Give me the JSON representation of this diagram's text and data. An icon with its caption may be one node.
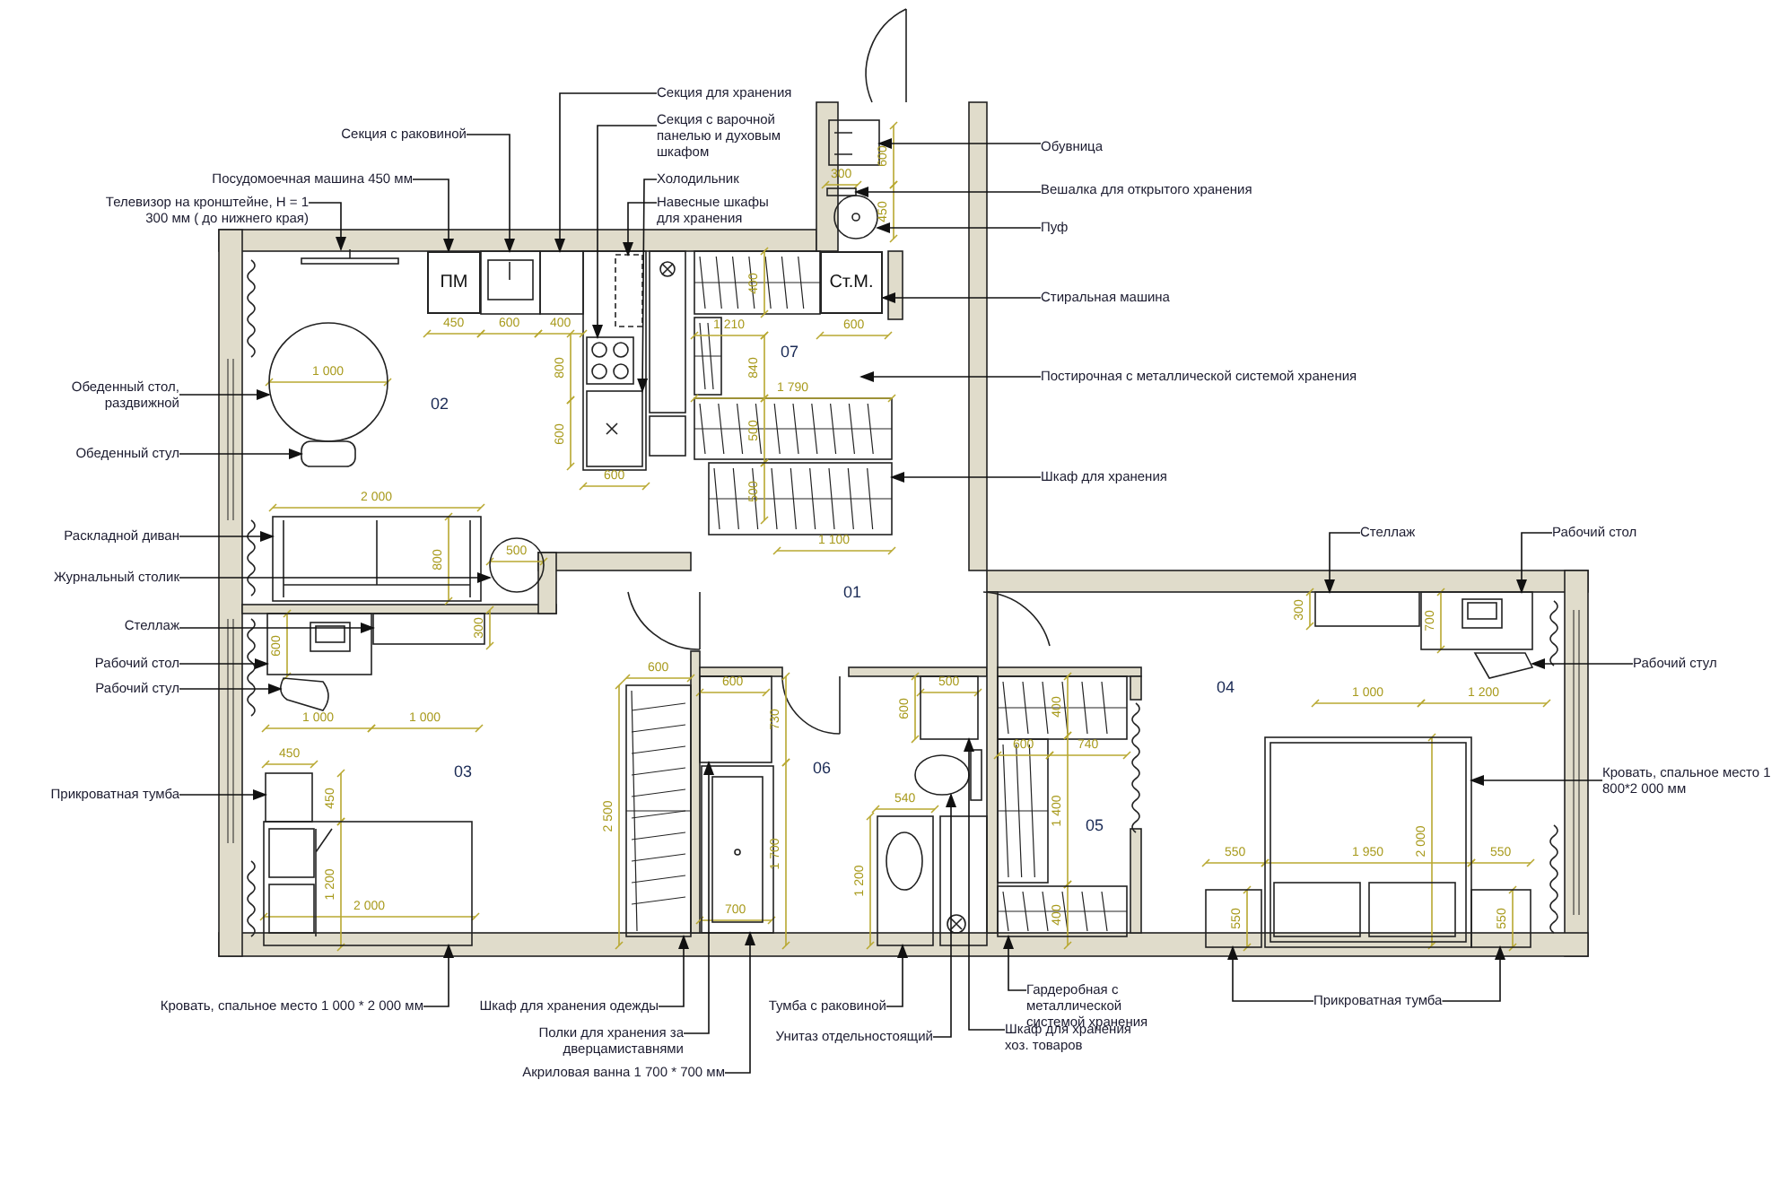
{
  "diagram": {
    "nodes": [
      {
        "text": [
          "Секция для хранения"
        ]
      },
      {
        "text": [
          "Секция с раковиной"
        ]
      },
      {
        "text": [
          "Секция с варочной панелью и духовым шкафом"
        ]
      },
      {
        "text": [
          "Обувница"
        ]
      },
      {
        "text": [
          "Посудомоечная машина 450 мм"
        ]
      },
      {
        "text": [
          "Вешалка для открытого хранения"
        ]
      },
      {
        "text": [
          "Холодильник"
        ]
      },
      {
        "text": [
          "Телевизор на кронштейне, Н = 1 300 мм ( до нижнего края)"
        ]
      },
      {
        "text": [
          "Навесные шкафы для хранения"
        ]
      },
      {
        "text": [
          "Пуф"
        ]
      },
      {
        "text": [
          "ПМ"
        ]
      },
      {
        "text": [
          "Ст.М."
        ]
      },
      {
        "text": [
          "Стиральная машина"
        ]
      },
      {
        "text": [
          "Постирочная с металлической системой хранения"
        ]
      },
      {
        "text": [
          "Обеденный стол, раздвижной"
        ]
      },
      {
        "text": [
          "Обеденный стул"
        ]
      },
      {
        "text": [
          "Шкаф для хранения"
        ]
      },
      {
        "text": [
          "Раскладной диван"
        ]
      },
      {
        "text": [
          "Журнальный столик"
        ]
      },
      {
        "text": [
          "Стеллаж"
        ]
      },
      {
        "text": [
          "Рабочий стол"
        ]
      },
      {
        "text": [
          "Стеллаж"
        ]
      },
      {
        "text": [
          "Рабочий стол"
        ]
      },
      {
        "text": [
          "Рабочий стул"
        ]
      },
      {
        "text": [
          "Рабочий стул"
        ]
      },
      {
        "text": [
          "Кровать, спальное место 1 800*2 000 мм"
        ]
      },
      {
        "text": [
          "Прикроватная тумба"
        ]
      },
      {
        "text": [
          "Кровать, спальное место 1 000 * 2 000 мм"
        ]
      },
      {
        "text": [
          "Шкаф для хранения одежды"
        ]
      },
      {
        "text": [
          "Тумба с раковиной"
        ]
      },
      {
        "text": [
          "Гардеробная с металлической системой хранения"
        ]
      },
      {
        "text": [
          "Прикроватная тумба"
        ]
      },
      {
        "text": [
          "Полки для хранения за дверцамиставнями"
        ]
      },
      {
        "text": [
          "Унитаз отдельностоящий"
        ]
      },
      {
        "text": [
          "Шкаф для хранения хоз. товаров"
        ]
      },
      {
        "text": [
          "Акриловая ванна 1 700 * 700 мм"
        ]
      },
      {
        "text": [],
        "shape": "box"
      },
      {
        "text": [],
        "shape": "bar"
      },
      {
        "text": [],
        "shape": "circle"
      },
      {
        "text": [],
        "shape": "box"
      },
      {
        "text": [],
        "shape": "box"
      },
      {
        "text": [],
        "shape": "box"
      },
      {
        "text": [],
        "shape": "picture"
      },
      {
        "text": [],
        "shape": "box"
      },
      {
        "text": [],
        "shape": "circle"
      },
      {
        "text": [],
        "shape": "box"
      },
      {
        "text": [],
        "shape": "box"
      },
      {
        "text": [],
        "shape": "box"
      },
      {
        "text": [],
        "shape": "picture"
      },
      {
        "text": [],
        "shape": "circle"
      },
      {
        "text": [],
        "shape": "box"
      },
      {
        "text": [],
        "shape": "box"
      },
      {
        "text": [],
        "shape": "box"
      },
      {
        "text": [],
        "shape": "box"
      },
      {
        "text": [],
        "shape": "picture"
      },
      {
        "text": [],
        "shape": "box"
      },
      {
        "text": [],
        "shape": "box"
      },
      {
        "text": [],
        "shape": "picture"
      },
      {
        "text": [],
        "shape": "box"
      },
      {
        "text": [],
        "shape": "picture"
      },
      {
        "text": [],
        "shape": "circle"
      },
      {
        "text": [],
        "shape": "picture"
      },
      {
        "text": [],
        "shape": "box"
      },
      {
        "text": [],
        "shape": "picture"
      },
      {
        "text": [],
        "shape": "picture"
      },
      {
        "text": [],
        "shape": "box"
      },
      {
        "text": [],
        "shape": "box"
      },
      {
        "text": [],
        "shape": "box"
      }
    ],
    "edges": [
      {
        "from": 0,
        "to": 40,
        "arrow": "to"
      },
      {
        "from": 1,
        "to": 39,
        "arrow": "to"
      },
      {
        "from": 2,
        "to": 43,
        "arrow": "to"
      },
      {
        "from": 3,
        "to": 36,
        "arrow": "to"
      },
      {
        "from": 4,
        "to": 10,
        "arrow": "to"
      },
      {
        "from": 5,
        "to": 37,
        "arrow": "to"
      },
      {
        "from": 6,
        "to": 45,
        "arrow": "to"
      },
      {
        "from": 7,
        "to": 42,
        "arrow": "to"
      },
      {
        "from": 8,
        "to": 41,
        "arrow": "to"
      },
      {
        "from": 9,
        "to": 38,
        "arrow": "to"
      },
      {
        "from": 12,
        "to": 11,
        "arrow": "to"
      },
      {
        "from": 13,
        "to": null,
        "arrow": "to"
      },
      {
        "from": 14,
        "to": 44,
        "arrow": "to"
      },
      {
        "from": 15,
        "to": 46,
        "arrow": "to"
      },
      {
        "from": 16,
        "to": 47,
        "arrow": "to"
      },
      {
        "from": 17,
        "to": 48,
        "arrow": "to"
      },
      {
        "from": 18,
        "to": 49,
        "arrow": "to"
      },
      {
        "from": 19,
        "to": 50,
        "arrow": "to"
      },
      {
        "from": 20,
        "to": 51,
        "arrow": "to"
      },
      {
        "from": 21,
        "to": 53,
        "arrow": "to"
      },
      {
        "from": 22,
        "to": 52,
        "arrow": "to"
      },
      {
        "from": 23,
        "to": 54,
        "arrow": "to"
      },
      {
        "from": 24,
        "to": 57,
        "arrow": "to"
      },
      {
        "from": 25,
        "to": 59,
        "arrow": "to"
      },
      {
        "from": 26,
        "to": 62,
        "arrow": "to"
      },
      {
        "from": 27,
        "to": 64,
        "arrow": "to"
      },
      {
        "from": 28,
        "to": 58,
        "arrow": "to"
      },
      {
        "from": 29,
        "to": 63,
        "arrow": "to"
      },
      {
        "from": 30,
        "to": 65,
        "arrow": "to"
      },
      {
        "from": 31,
        "to": 66,
        "arrow": "to"
      },
      {
        "from": 31,
        "to": 67,
        "arrow": "to"
      },
      {
        "from": 32,
        "to": 55,
        "arrow": "to"
      },
      {
        "from": 33,
        "to": 60,
        "arrow": "to"
      },
      {
        "from": 34,
        "to": 56,
        "arrow": "to"
      },
      {
        "from": 35,
        "to": 61,
        "arrow": "to"
      }
    ],
    "labels": [
      "600",
      "300",
      "450",
      "400",
      "450",
      "600",
      "400",
      "1 210",
      "600",
      "800",
      "840",
      "07",
      "1 000",
      "1 790",
      "02",
      "600",
      "500",
      "600",
      "500",
      "2 000",
      "1 100",
      "800",
      "500",
      "300",
      "700",
      "01",
      "600",
      "300",
      "600",
      "600",
      "500",
      "730",
      "600",
      "400",
      "04",
      "1 000",
      "1 200",
      "1 000",
      "1 000",
      "600",
      "740",
      "450",
      "03",
      "06",
      "450",
      "2 500",
      "540",
      "1 400",
      "05",
      "1 700",
      "550",
      "1 950",
      "2 000",
      "550",
      "1 200",
      "1 200",
      "2 000",
      "700",
      "400",
      "550",
      "550"
    ]
  }
}
